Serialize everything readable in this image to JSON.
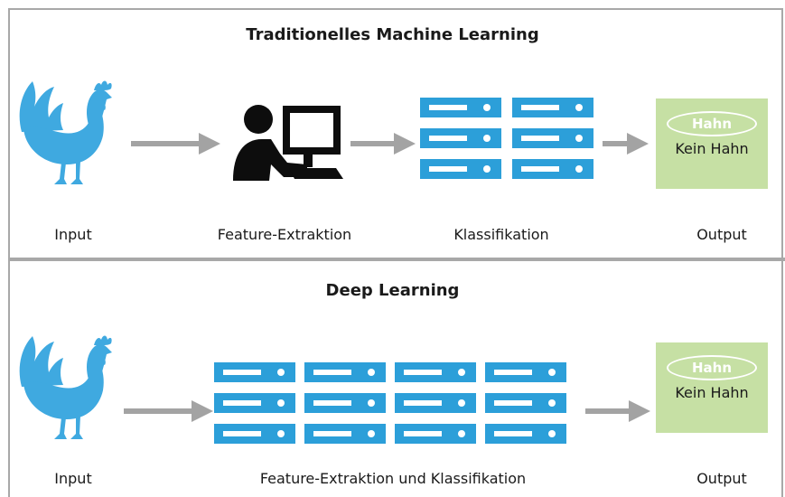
{
  "colors": {
    "rooster": "#3fa9e0",
    "server": "#2c9fd9",
    "arrow": "#a3a3a3",
    "output_bg": "#c6e0a4",
    "person": "#0d0d0d",
    "border": "#a8a8a8"
  },
  "top": {
    "title": "Traditionelles Machine Learning",
    "labels": {
      "input": "Input",
      "feature": "Feature-Extraktion",
      "classification": "Klassifikation",
      "output": "Output"
    },
    "output": {
      "option_selected": "Hahn",
      "option_other": "Kein Hahn"
    }
  },
  "bottom": {
    "title": "Deep Learning",
    "labels": {
      "input": "Input",
      "feature_classification": "Feature-Extraktion und Klassifikation",
      "output": "Output"
    },
    "output": {
      "option_selected": "Hahn",
      "option_other": "Kein Hahn"
    }
  },
  "icons": {
    "input": "rooster-icon",
    "feature": "person-at-computer-icon",
    "classification": "server-rack-icon"
  }
}
